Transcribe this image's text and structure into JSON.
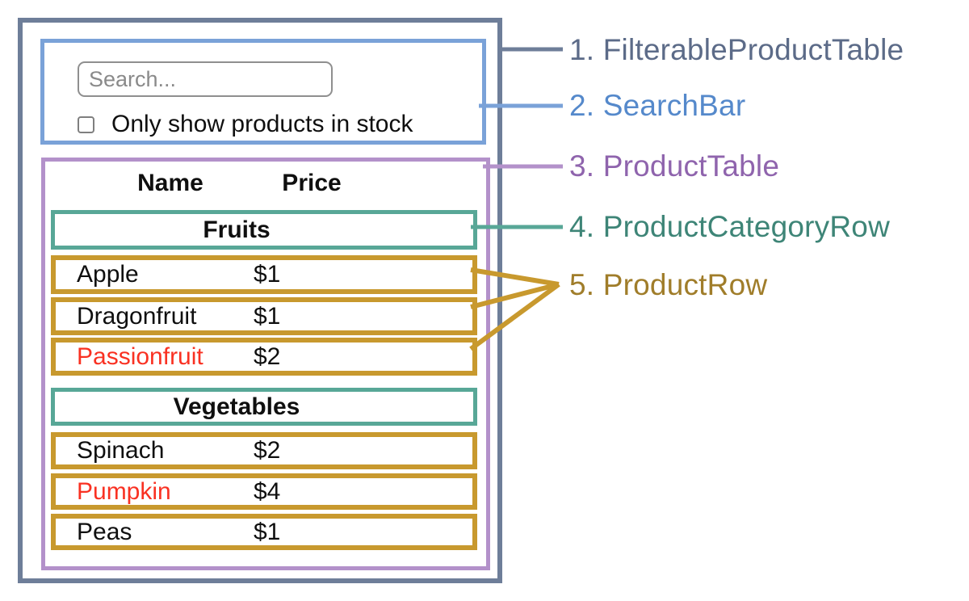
{
  "colors": {
    "outline_gray": "#6e7e99",
    "searchbar_blue": "#7aa2d8",
    "table_purple": "#b391ca",
    "category_teal": "#58a797",
    "row_gold": "#c8992e",
    "out_of_stock_red": "#f93122",
    "label_filterable": "#5c6b88",
    "label_searchbar": "#5589cb",
    "label_producttable": "#8f64ad",
    "label_categoryrow": "#3e8577",
    "label_productrow": "#a07d2a"
  },
  "search_bar": {
    "search_placeholder": "Search...",
    "checkbox_label": "Only show products in stock",
    "checkbox_checked": false
  },
  "product_table": {
    "headers": {
      "name": "Name",
      "price": "Price"
    },
    "sections": [
      {
        "category": "Fruits",
        "rows": [
          {
            "name": "Apple",
            "price": "$1",
            "out_of_stock": false
          },
          {
            "name": "Dragonfruit",
            "price": "$1",
            "out_of_stock": false
          },
          {
            "name": "Passionfruit",
            "price": "$2",
            "out_of_stock": true
          }
        ]
      },
      {
        "category": "Vegetables",
        "rows": [
          {
            "name": "Spinach",
            "price": "$2",
            "out_of_stock": false
          },
          {
            "name": "Pumpkin",
            "price": "$4",
            "out_of_stock": true
          },
          {
            "name": "Peas",
            "price": "$1",
            "out_of_stock": false
          }
        ]
      }
    ]
  },
  "annotations": [
    {
      "label": "1. FilterableProductTable"
    },
    {
      "label": "2. SearchBar"
    },
    {
      "label": "3. ProductTable"
    },
    {
      "label": "4. ProductCategoryRow"
    },
    {
      "label": "5. ProductRow"
    }
  ]
}
